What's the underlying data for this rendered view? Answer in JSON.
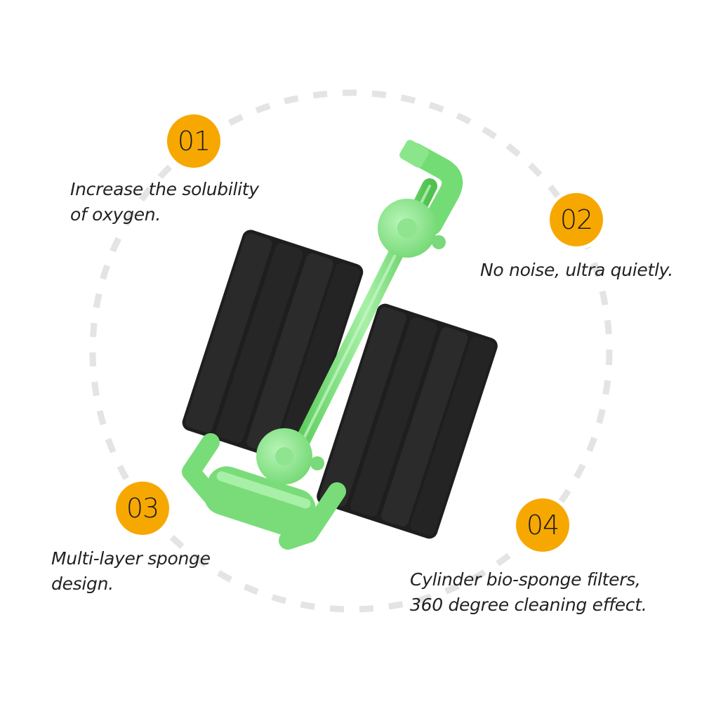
{
  "colors": {
    "badge": "#f7a800",
    "ring": "#e4e4e4",
    "sponge": "#1e1e1e",
    "tube": "#7ee27e"
  },
  "features": [
    {
      "number": "01",
      "caption_lines": [
        "Increase the solubility",
        "of oxygen."
      ]
    },
    {
      "number": "02",
      "caption_lines": [
        "No noise, ultra quietly."
      ]
    },
    {
      "number": "03",
      "caption_lines": [
        "Multi-layer sponge",
        "design."
      ]
    },
    {
      "number": "04",
      "caption_lines": [
        "Cylinder bio-sponge filters,",
        "360 degree cleaning effect."
      ]
    }
  ]
}
